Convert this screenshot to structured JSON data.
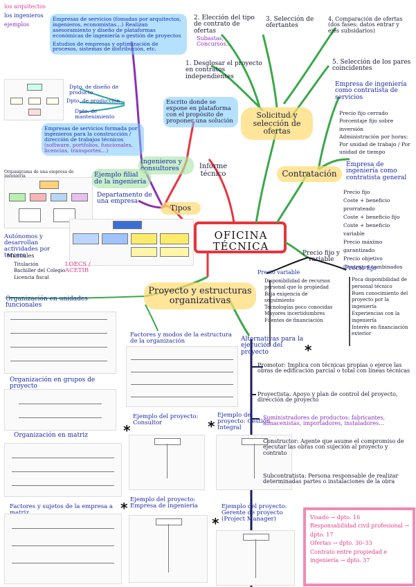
{
  "legend": {
    "item1": "los arquitectos",
    "item2": "los ingenieros",
    "item3": "ejemplos",
    "colors": [
      "#e23a8a",
      "#1a2aa8",
      "#8a2fb4"
    ]
  },
  "center": {
    "title": "OFICINA TÉCNICA"
  },
  "nodes": {
    "solicitud": "Solicitud y selección de ofertas",
    "contratacion": "Contratación",
    "tipos": "Tipos",
    "informe": "Informe técnico",
    "ingenieros": "Ingenieros y consultores",
    "ejemplo_filial": "Ejemplo filial de la ingeniería",
    "dpto": "Departamento de una empresa",
    "proyecto": "Proyecto y estructuras organizativas",
    "alternativas": "Alternativas para la ejecución del proyecto",
    "precio": "Precio fijo y variable"
  },
  "solicitud_steps": {
    "s1": "1. Desglosar el proyecto en contratos independientes",
    "s2": "2. Elección del tipo de contrato de ofertas",
    "s2b": "Subastas, Concursos…",
    "s3": "3. Selección de ofertantes",
    "s4": "4. Comparación de ofertas (dos fases: datos entrar y ejes subsidarios)",
    "s5": "5. Selección de los pares coincidentes"
  },
  "informe_desc": "Escrito donde se expone en plataforma con el propósito de proponer una solución",
  "ingenieros_text": {
    "desc": "Empresas de servicios (fomadas por arquitectos, ingenieros, economistas…) Realizan asesoramiento y diseño de plataformas económicas de ingeniería o gestión de proyectos",
    "estudios": "Estudios de empresas y optimización de procesos, sistemas de distribución, etc.",
    "dpto_diseno": "Dpto. de diseño de producto",
    "dpto_produccion": "Dpto. de producción",
    "dpto_mantenimiento": "Dpto. de mantenimiento",
    "servicios": "Empresas de servicios formada por ingenieros para la construcción / dirección de trabajos técnicos",
    "servicios2": "(software, portfolios, funcionales, licencias, transportes…)"
  },
  "dpto_text": {
    "autonomo": "Autónomos y desarrollan actividades por tercero",
    "manuales": "Manuales",
    "m1": "Titulación",
    "m2": "Bachiller del Colegio",
    "m3": "Licencia fiscal",
    "refs": "LOECS / ACETIB"
  },
  "contratacion_text": {
    "ingenieria_servicios": "Empresa de ingeniería como contratista de servicios",
    "opciones_servicios": [
      "Precio fijo cerrado",
      "Porcentaje fijo sobre inversión",
      "Administración por horas: Por unidad de trabajo / Por unidad de tiempo"
    ],
    "ingenieria_general": "Empresa de ingeniería como contratista general",
    "opciones_general": [
      "Precio fijo",
      "Coste + beneficio prorrateado",
      "Coste + beneficio fijo",
      "Coste + beneficio variable",
      "Precio máximo garantizado",
      "Precio objetivo",
      "Contratos combinados"
    ]
  },
  "precio_text": {
    "variable": "Precio variable",
    "variable_items": [
      "Disponibilidad de recursos personal que lo propiedad",
      "Baja exigencia de seguimiento",
      "Tecnologías poco conocidas",
      "Mayores incertidumbres",
      "Fuentes de financiación"
    ],
    "fijo": "Precio fijo",
    "fijo_items": [
      "Poca disponibilidad de personal técnico",
      "Buen conocimiento del proyecto por la ingeniería",
      "Experiencias con la ingeniería",
      "Interés en financiación exterior"
    ]
  },
  "organizativas": {
    "funcionales": "Organización en unidades funcionales",
    "grupos": "Organización en grupos de proyecto",
    "matriz": "Organización en matriz",
    "factores": "Factores y sujetos de la empresa a matriz",
    "factores_ref": "Factores y modos de la estructura de la organización",
    "ej_consultor": "Ejemplo del proyecto: Consultor",
    "ej_gestion": "Ejemplo del proyecto: Gestión Integral",
    "ej_ingenieria": "Ejemplo del proyecto: Empresa de ingeniería",
    "ej_gerente": "Ejemplo del proyecto: Gerente de proyecto (Project Manager)"
  },
  "alternativas_text": {
    "promotor": "Promotor: Implica con técnicas propias o ejerce las obras de edificación parcial o total con líneas técnicas",
    "proyectista": "Proyectista: Apoyo y plan de control del proyecto, dirección de proyecto",
    "suministrador": "Suministradores de productos: fabricantes, almacenistas, importadores, instaladores…",
    "constructor": "Constructor: Agente que asume el compromiso de ejecutar las obras con sujeción al proyecto y contrato",
    "subcontratista": "Subcontratista: Persona responsable de realizar determinadas partes o instalaciones de la obra"
  },
  "pink_box": {
    "lines": [
      "Visado → dpto. 16",
      "Responsabilidad civil profesional → dpto. 17",
      "Ofertas → dpto. 30–33",
      "Contrato entre propiedad e ingeniería → dpto. 37"
    ]
  },
  "thumbnail_captions": {
    "org_chart": "Organigrama de una empresa de ingeniería"
  }
}
